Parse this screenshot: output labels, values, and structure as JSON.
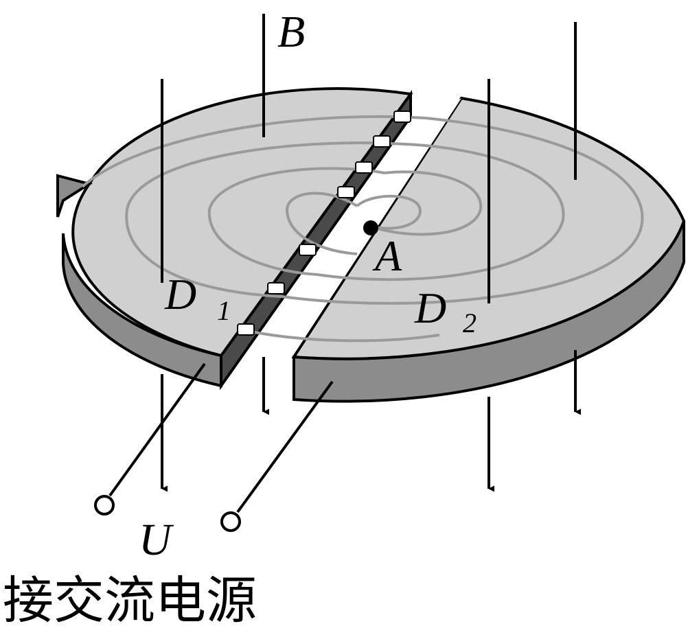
{
  "labels": {
    "field": "B",
    "center": "A",
    "dee1_main": "D",
    "dee1_sub": "1",
    "dee2_main": "D",
    "dee2_sub": "2",
    "voltage": "U",
    "source": "接交流电源"
  },
  "colors": {
    "top_face": "#d0d0d0",
    "side_face": "#8c8c8c",
    "gap_wall": "#4a4a4a",
    "spiral": "#9a9a9a",
    "outline": "#000000"
  }
}
